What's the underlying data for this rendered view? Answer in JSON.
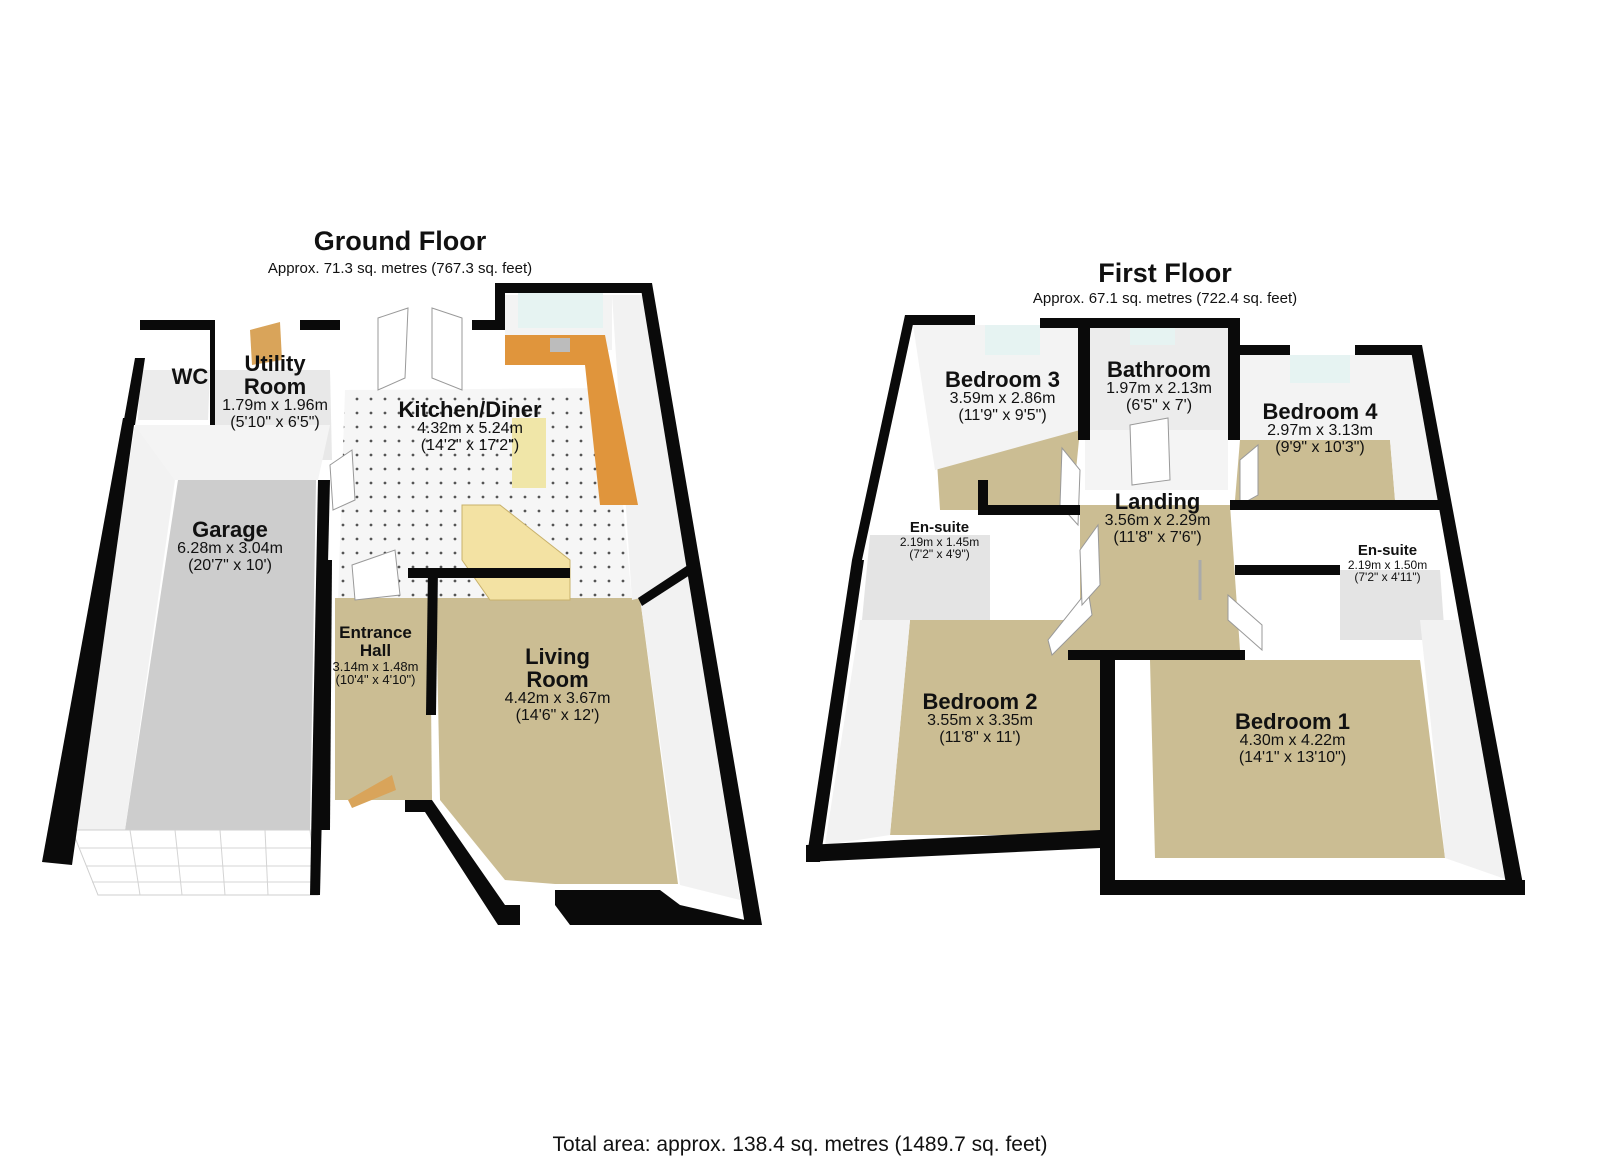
{
  "ground_floor": {
    "title": "Ground Floor",
    "area": "Approx. 71.3 sq. metres (767.3 sq. feet)",
    "rooms": [
      {
        "name": "WC",
        "metric": "",
        "imperial": ""
      },
      {
        "name": "Utility Room",
        "metric": "1.79m x 1.96m",
        "imperial": "(5'10\" x 6'5\")"
      },
      {
        "name": "Kitchen/Diner",
        "metric": "4.32m x 5.24m",
        "imperial": "(14'2\" x 17'2\")"
      },
      {
        "name": "Garage",
        "metric": "6.28m x 3.04m",
        "imperial": "(20'7\" x 10')"
      },
      {
        "name": "Entrance Hall",
        "metric": "3.14m x 1.48m",
        "imperial": "(10'4\" x 4'10\")"
      },
      {
        "name": "Living Room",
        "metric": "4.42m x 3.67m",
        "imperial": "(14'6\" x 12')"
      }
    ]
  },
  "first_floor": {
    "title": "First Floor",
    "area": "Approx. 67.1 sq. metres (722.4 sq. feet)",
    "rooms": [
      {
        "name": "Bedroom 3",
        "metric": "3.59m x 2.86m",
        "imperial": "(11'9\" x 9'5\")"
      },
      {
        "name": "Bathroom",
        "metric": "1.97m x 2.13m",
        "imperial": "(6'5\" x 7')"
      },
      {
        "name": "Bedroom 4",
        "metric": "2.97m x 3.13m",
        "imperial": "(9'9\" x 10'3\")"
      },
      {
        "name": "Landing",
        "metric": "3.56m x 2.29m",
        "imperial": "(11'8\" x 7'6\")"
      },
      {
        "name": "En-suite",
        "metric": "2.19m x 1.45m",
        "imperial": "(7'2\" x 4'9\")"
      },
      {
        "name": "En-suite",
        "metric": "2.19m x 1.50m",
        "imperial": "(7'2\" x 4'11\")"
      },
      {
        "name": "Bedroom 2",
        "metric": "3.55m x 3.35m",
        "imperial": "(11'8\" x 11')"
      },
      {
        "name": "Bedroom 1",
        "metric": "4.30m x 4.22m",
        "imperial": "(14'1\" x 13'10\")"
      }
    ]
  },
  "total_area": "Total area: approx. 138.4 sq. metres (1489.7 sq. feet)",
  "colors": {
    "wall": "#0a0a0a",
    "wall_face": "#f2f2f2",
    "carpet": "#cbbd93",
    "tile": "#f5f5f5",
    "garage_floor": "#cfcfcf",
    "worktop": "#e0953c",
    "window": "#cfe8e6"
  }
}
